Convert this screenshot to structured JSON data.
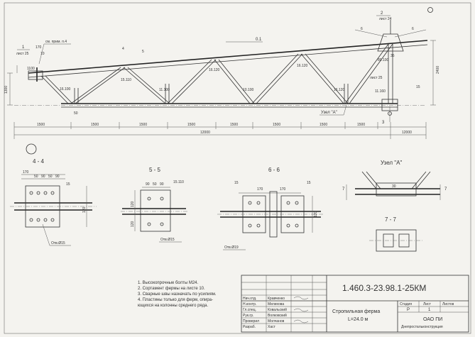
{
  "elevation": {
    "labels": {
      "b1": "1",
      "b1_sheet": "лист 25",
      "b2": "2",
      "b2_sheet": "лист 24",
      "b3": "3",
      "b3_sheet": "лист 25",
      "cm_marks": "см. прим. п.4",
      "chord": "0.1",
      "node": "Узел \"А\"",
      "height": "2400",
      "end_h": "1300",
      "mark_1100": "1100",
      "mark_170": "170",
      "mark_10": "10",
      "mark_5": "5",
      "mark_6": "6",
      "mark_4": "4",
      "mark_35": "35",
      "mark_15": "15",
      "mark_50": "50"
    },
    "members": [
      "16.100",
      "15.110",
      "11.100",
      "16.120",
      "10.100",
      "16.120",
      "16.120",
      "80.100",
      "11.160"
    ],
    "dims_bottom": [
      "1500",
      "1500",
      "1500",
      "1500",
      "1500",
      "1500",
      "1500",
      "1500"
    ],
    "total_left": "12000",
    "total_right": "12000"
  },
  "sections": [
    {
      "title": "4 - 4",
      "dims": [
        "170",
        "50",
        "90",
        "50",
        "90",
        "120"
      ],
      "label": "Отв.Ø15"
    },
    {
      "title": "5 - 5",
      "dims": [
        "90",
        "50",
        "90",
        "120",
        "120"
      ],
      "label": "Отв.Ø15"
    },
    {
      "title": "6 - 6",
      "dims": [
        "170",
        "170",
        "120"
      ],
      "label": "Отв.Ø19"
    }
  ],
  "node_a": {
    "title": "Узел \"А\"",
    "cut": "7",
    "section": "7 - 7",
    "value": "30"
  },
  "notes": [
    "1. Высокопрочные болты М24.",
    "2. Сортамент фермы на листе 10.",
    "3. Сварные швы назначать по усилиям.",
    "4. Пластины только для ферм, опира-",
    "    ющихся на колонны среднего ряда."
  ],
  "title_block": {
    "code": "1.460.3-23.98.1-25КМ",
    "name": "Стропильная ферма",
    "span": "L=24.0 м",
    "stage_h": "Стадия",
    "sheet_h": "Лист",
    "sheets_h": "Листов",
    "stage": "Р",
    "sheet": "1",
    "org": "ОАО ПИ",
    "org2": "Днепростальконструкция",
    "roles": [
      "Нач.отд.",
      "Н.контр.",
      "Гл.спец.",
      "Рук.гр.",
      "Проверил",
      "Разраб."
    ],
    "names": [
      "Кравченко",
      "Мелихова",
      "Ковальский",
      "Волковский",
      "Молчанов",
      "Хаст"
    ]
  }
}
